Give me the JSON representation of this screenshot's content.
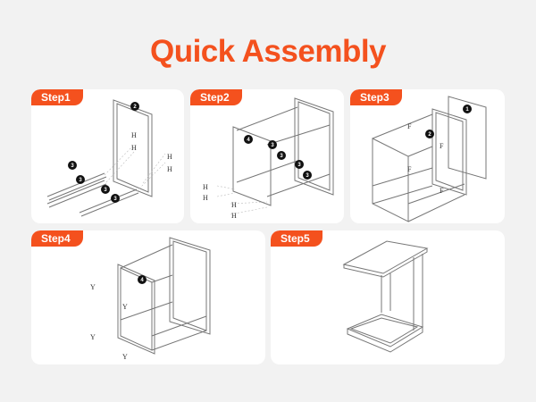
{
  "title": "Quick Assembly",
  "steps": [
    {
      "label": "Step1",
      "callouts": [
        "2",
        "3",
        "3",
        "3",
        "3"
      ],
      "screws": [
        "H",
        "H",
        "H",
        "H"
      ]
    },
    {
      "label": "Step2",
      "callouts": [
        "4",
        "3",
        "3",
        "3",
        "3"
      ],
      "screws": [
        "H",
        "H",
        "H",
        "H"
      ]
    },
    {
      "label": "Step3",
      "callouts": [
        "1",
        "2"
      ],
      "screws": [
        "F",
        "F",
        "F",
        "F"
      ]
    },
    {
      "label": "Step4",
      "callouts": [
        "4"
      ],
      "screws": [
        "Y",
        "Y",
        "Y",
        "Y"
      ]
    },
    {
      "label": "Step5"
    }
  ],
  "colors": {
    "accent": "#f4511e",
    "background": "#f2f2f2",
    "panel": "#ffffff"
  }
}
